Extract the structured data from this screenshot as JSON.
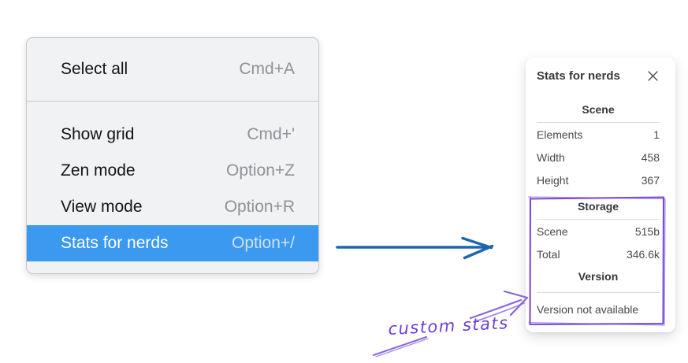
{
  "colors": {
    "menu_highlight": "#3b99f0",
    "arrow_blue": "#1d66ae",
    "annotation_purple": "#7a4be0",
    "annotation_purple_light": "#8766dd",
    "menu_background": "#f1f2f4"
  },
  "context_menu": {
    "items": [
      {
        "label": "Select all",
        "shortcut": "Cmd+A"
      },
      {
        "label": "Show grid",
        "shortcut": "Cmd+'"
      },
      {
        "label": "Zen mode",
        "shortcut": "Option+Z"
      },
      {
        "label": "View mode",
        "shortcut": "Option+R"
      },
      {
        "label": "Stats for nerds",
        "shortcut": "Option+/",
        "highlighted": true
      }
    ]
  },
  "stats_panel": {
    "title": "Stats for nerds",
    "close_icon": "close-icon",
    "sections": [
      {
        "title": "Scene",
        "rows": [
          {
            "label": "Elements",
            "value": "1"
          },
          {
            "label": "Width",
            "value": "458"
          },
          {
            "label": "Height",
            "value": "367"
          }
        ]
      },
      {
        "title": "Storage",
        "rows": [
          {
            "label": "Scene",
            "value": "515b"
          },
          {
            "label": "Total",
            "value": "346.6k"
          }
        ]
      },
      {
        "title": "Version",
        "note": "Version not available"
      }
    ]
  },
  "annotation": {
    "label": "custom stats"
  }
}
